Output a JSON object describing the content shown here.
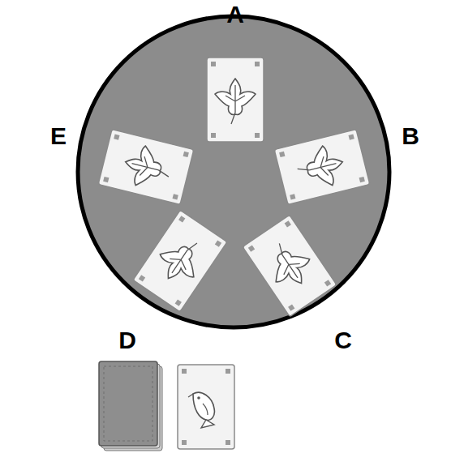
{
  "diagram": {
    "labels": [
      "A",
      "E",
      "B",
      "D",
      "C"
    ]
  }
}
